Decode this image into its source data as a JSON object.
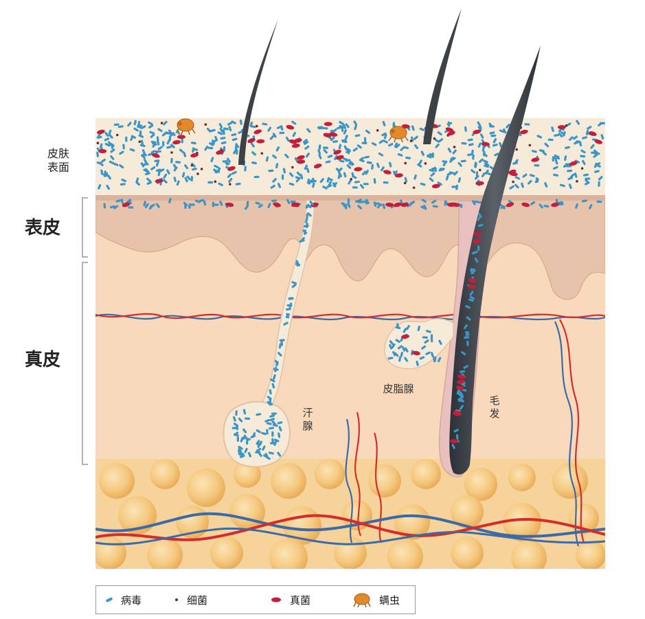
{
  "labels": {
    "skin_surface": "皮肤\n表面",
    "epidermis": "表皮",
    "dermis": "真皮",
    "sweat_gland": "汗\n腺",
    "sebaceous_gland": "皮脂腺",
    "hair": "毛\n发"
  },
  "legend": [
    {
      "icon": "virus-icon",
      "label": "病毒"
    },
    {
      "icon": "bacteria-icon",
      "label": "细菌"
    },
    {
      "icon": "fungi-icon",
      "label": "真菌"
    },
    {
      "icon": "mite-icon",
      "label": "螨虫"
    }
  ],
  "colors": {
    "virus": "#3a95c9",
    "bacteria": "#6b2a2a",
    "fungi": "#c41e3a",
    "mite": "#e08a2c",
    "surface": "#f6ead9",
    "epidermis": "#e7c3ac",
    "dermis": "#f8d9bb",
    "fat": "#f3c47a",
    "artery": "#d62b2b",
    "vein": "#3a6aa8",
    "hair": "#3c4247"
  }
}
